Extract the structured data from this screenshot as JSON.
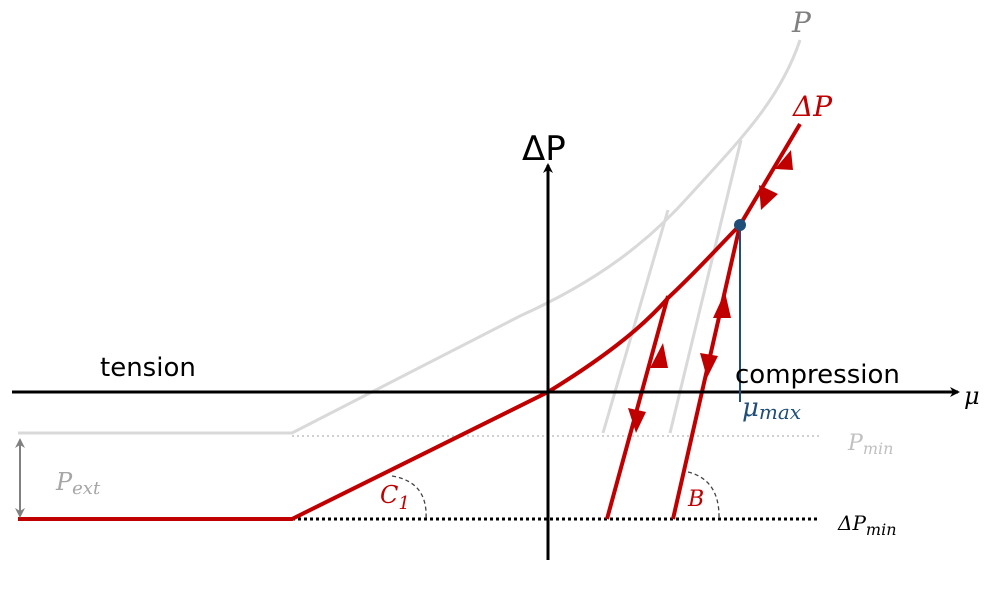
{
  "labels": {
    "y_axis": "ΔP",
    "x_axis": "μ",
    "tension": "tension",
    "compression": "compression",
    "p_curve": "P",
    "dp_curve": "ΔP",
    "p_min_base": "P",
    "p_min_sub": "min",
    "dp_min_base": "ΔP",
    "dp_min_sub": "min",
    "p_ext_base": "P",
    "p_ext_sub": "ext",
    "c1_base": "C",
    "c1_sub": "1",
    "b": "B",
    "mu_max_base": "μ",
    "mu_max_sub": "max"
  },
  "colors": {
    "axis": "#000000",
    "red": "#c00000",
    "gray": "#d9d9d9",
    "gray_text": "#a6a6a6",
    "blue": "#1f4e79"
  }
}
